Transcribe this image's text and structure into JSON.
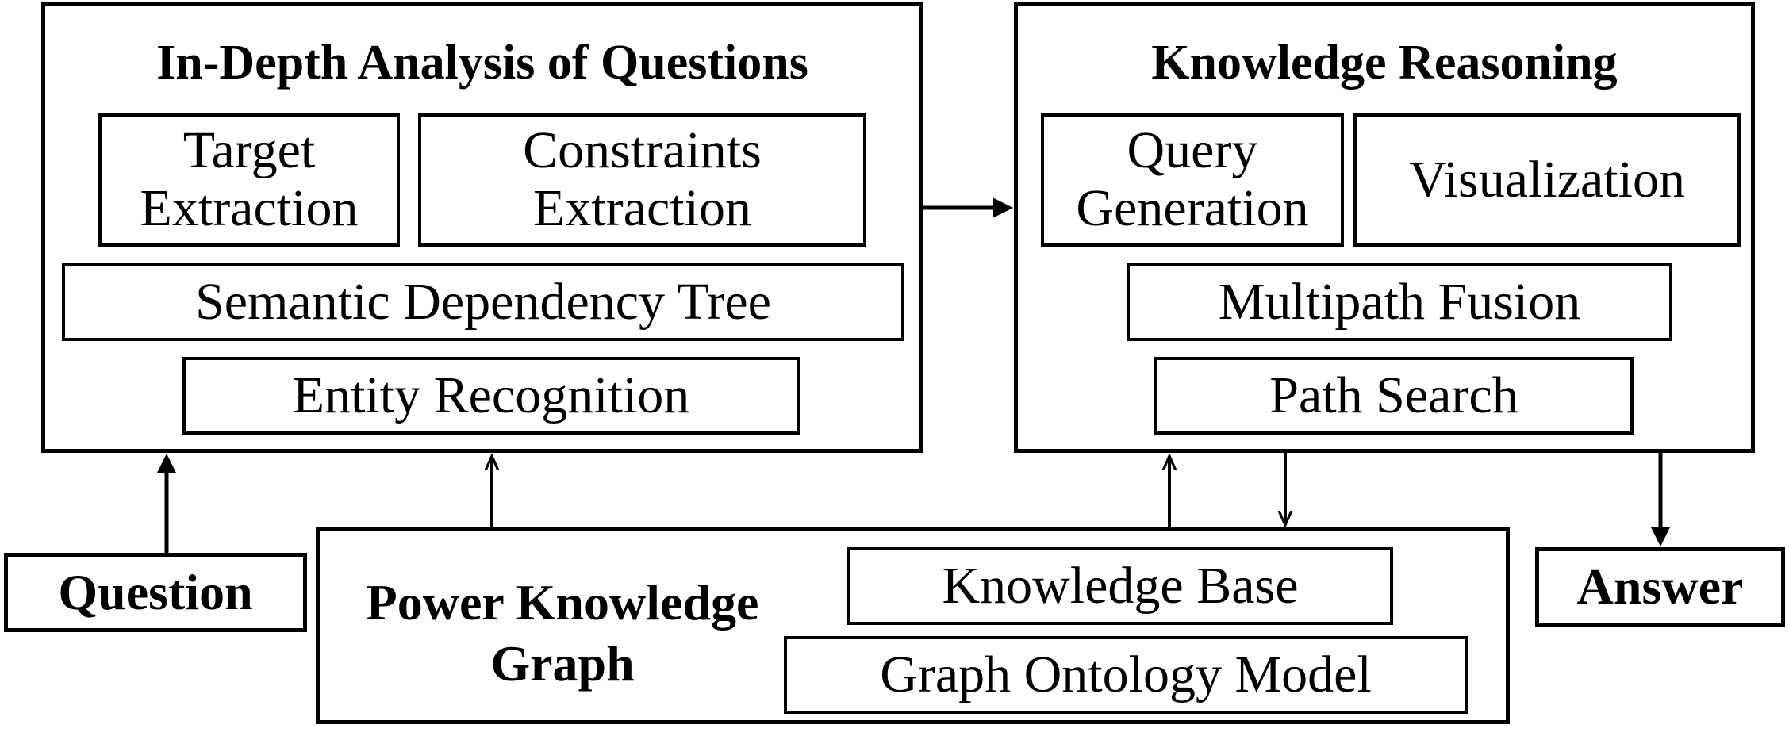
{
  "analysis": {
    "title": "In-Depth Analysis of Questions",
    "target_extraction": "Target\nExtraction",
    "constraints_extraction": "Constraints\nExtraction",
    "semantic_dependency_tree": "Semantic Dependency Tree",
    "entity_recognition": "Entity Recognition"
  },
  "reasoning": {
    "title": "Knowledge Reasoning",
    "query_generation": "Query\nGeneration",
    "visualization": "Visualization",
    "multipath_fusion": "Multipath Fusion",
    "path_search": "Path Search"
  },
  "graph": {
    "title": "Power Knowledge\nGraph",
    "knowledge_base": "Knowledge Base",
    "graph_ontology_model": "Graph Ontology Model"
  },
  "question": "Question",
  "answer": "Answer"
}
